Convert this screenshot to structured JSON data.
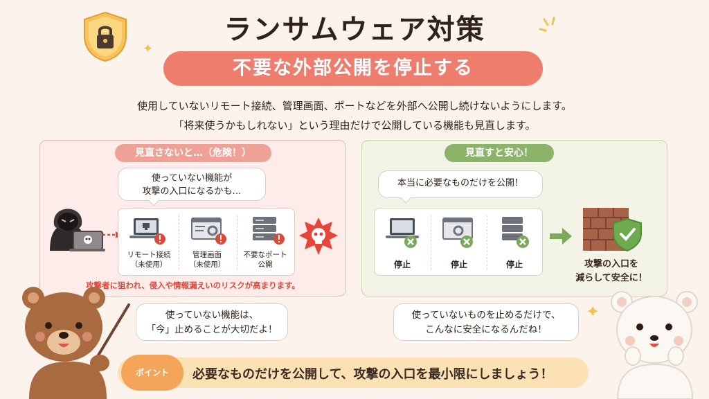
{
  "header": {
    "title": "ランサムウェア対策",
    "subtitle": "不要な外部公開を停止する"
  },
  "description": {
    "line1": "使用していないリモート接続、管理画面、ポートなどを外部へ公開し続けないようにします。",
    "line2": "「将来使うかもしれない」という理由だけで公開している機能も見直します。"
  },
  "left_panel": {
    "label": "見直さないと…（危険！）",
    "bubble_line1": "使っていない機能が",
    "bubble_line2": "攻撃の入口になるかも…",
    "items": [
      {
        "line1": "リモート接続",
        "line2": "（未使用）"
      },
      {
        "line1": "管理画面",
        "line2": "（未使用）"
      },
      {
        "line1": "不要なポート",
        "line2": "公開"
      }
    ],
    "risk": "攻撃者に狙われ、侵入や情報漏えいのリスクが高まります。"
  },
  "right_panel": {
    "label": "見直すと安心！",
    "bubble": "本当に必要なものだけを公開！",
    "items": [
      "停止",
      "停止",
      "停止"
    ],
    "result_line1": "攻撃の入口を",
    "result_line2": "減らして安全に！"
  },
  "bear_brown": {
    "speech_line1": "使っていない機能は、",
    "speech_line2": "「今」止めることが大切だよ！"
  },
  "bear_white": {
    "speech_line1": "使っていないものを止めるだけで、",
    "speech_line2": "こんなに安全になるんだね！"
  },
  "point": {
    "badge": "ポイント",
    "text": "必要なものだけを公開して、攻撃の入口を最小限にしましょう！"
  },
  "colors": {
    "accent": "#ef7d6e",
    "danger": "#d94a3a",
    "safe": "#8bb36a",
    "background": "#fbf3ec"
  },
  "icons": [
    "lock-shield-icon",
    "hacker-icon",
    "laptop-icon",
    "admin-panel-icon",
    "server-icon",
    "warning-icon",
    "skull-burst-icon",
    "check-x-icon",
    "arrow-right-icon",
    "brick-wall-icon",
    "check-shield-icon",
    "brown-bear",
    "white-bear"
  ]
}
